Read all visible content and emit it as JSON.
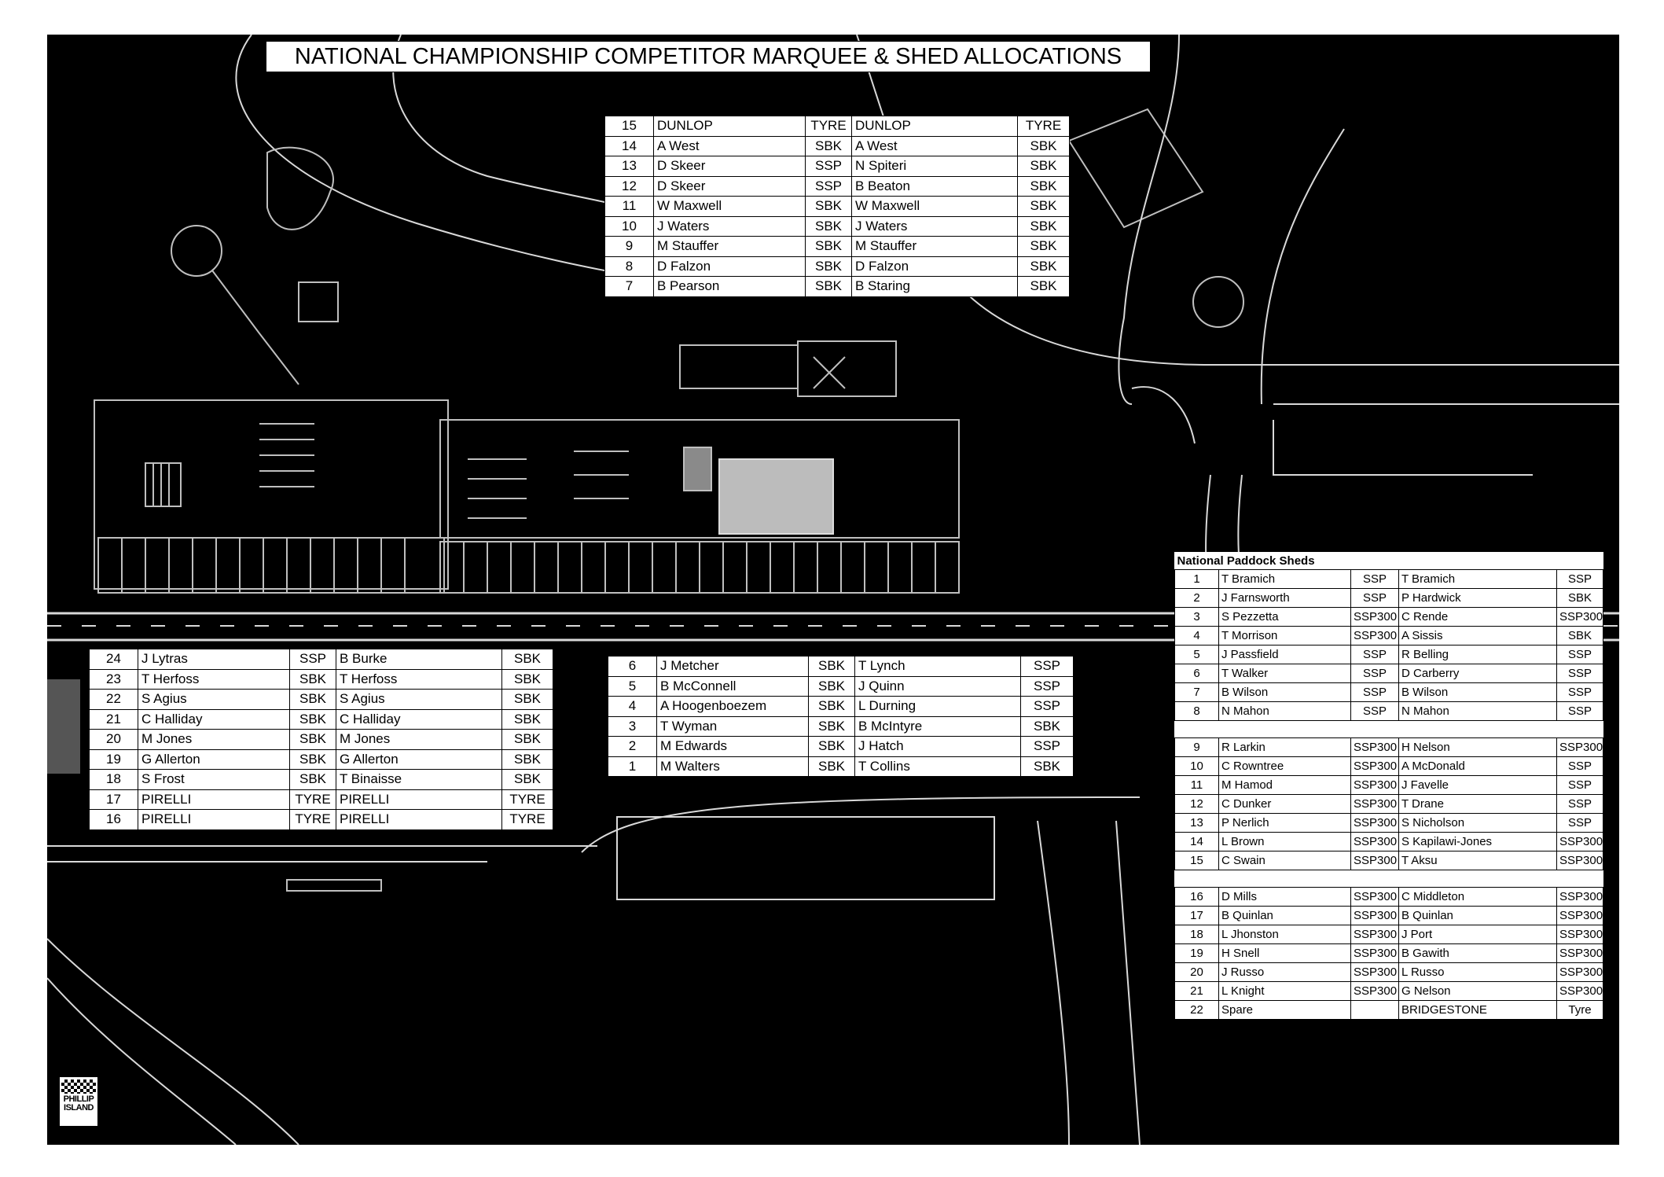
{
  "title": "NATIONAL CHAMPIONSHIP COMPETITOR MARQUEE & SHED ALLOCATIONS",
  "top_table": [
    [
      "15",
      "DUNLOP",
      "TYRE",
      "DUNLOP",
      "TYRE"
    ],
    [
      "14",
      "A West",
      "SBK",
      "A West",
      "SBK"
    ],
    [
      "13",
      "D Skeer",
      "SSP",
      "N Spiteri",
      "SBK"
    ],
    [
      "12",
      "D Skeer",
      "SSP",
      "B Beaton",
      "SBK"
    ],
    [
      "11",
      "W Maxwell",
      "SBK",
      "W Maxwell",
      "SBK"
    ],
    [
      "10",
      "J Waters",
      "SBK",
      "J Waters",
      "SBK"
    ],
    [
      "9",
      "M Stauffer",
      "SBK",
      "M Stauffer",
      "SBK"
    ],
    [
      "8",
      "D Falzon",
      "SBK",
      "D Falzon",
      "SBK"
    ],
    [
      "7",
      "B Pearson",
      "SBK",
      "B Staring",
      "SBK"
    ]
  ],
  "left_table": [
    [
      "24",
      "J Lytras",
      "SSP",
      "B Burke",
      "SBK"
    ],
    [
      "23",
      "T Herfoss",
      "SBK",
      "T Herfoss",
      "SBK"
    ],
    [
      "22",
      "S Agius",
      "SBK",
      "S Agius",
      "SBK"
    ],
    [
      "21",
      "C Halliday",
      "SBK",
      "C Halliday",
      "SBK"
    ],
    [
      "20",
      "M Jones",
      "SBK",
      "M Jones",
      "SBK"
    ],
    [
      "19",
      "G Allerton",
      "SBK",
      "G Allerton",
      "SBK"
    ],
    [
      "18",
      "S Frost",
      "SBK",
      "T Binaisse",
      "SBK"
    ],
    [
      "17",
      "PIRELLI",
      "TYRE",
      "PIRELLI",
      "TYRE"
    ],
    [
      "16",
      "PIRELLI",
      "TYRE",
      "PIRELLI",
      "TYRE"
    ]
  ],
  "middle_table": [
    [
      "6",
      "J Metcher",
      "SBK",
      "T Lynch",
      "SSP"
    ],
    [
      "5",
      "B McConnell",
      "SBK",
      "J Quinn",
      "SSP"
    ],
    [
      "4",
      "A Hoogenboezem",
      "SBK",
      "L Durning",
      "SSP"
    ],
    [
      "3",
      "T Wyman",
      "SBK",
      "B McIntyre",
      "SBK"
    ],
    [
      "2",
      "M Edwards",
      "SBK",
      "J Hatch",
      "SSP"
    ],
    [
      "1",
      "M Walters",
      "SBK",
      "T Collins",
      "SBK"
    ]
  ],
  "sheds": {
    "heading": "National Paddock Sheds",
    "groups": [
      [
        [
          "1",
          "T Bramich",
          "SSP",
          "T Bramich",
          "SSP"
        ],
        [
          "2",
          "J Farnsworth",
          "SSP",
          "P Hardwick",
          "SBK"
        ],
        [
          "3",
          "S Pezzetta",
          "SSP300",
          "C Rende",
          "SSP300"
        ],
        [
          "4",
          "T Morrison",
          "SSP300",
          "A Sissis",
          "SBK"
        ],
        [
          "5",
          "J Passfield",
          "SSP",
          "R Belling",
          "SSP"
        ],
        [
          "6",
          "T Walker",
          "SSP",
          "D Carberry",
          "SSP"
        ],
        [
          "7",
          "B Wilson",
          "SSP",
          "B Wilson",
          "SSP"
        ],
        [
          "8",
          "N Mahon",
          "SSP",
          "N Mahon",
          "SSP"
        ]
      ],
      [
        [
          "9",
          "R Larkin",
          "SSP300",
          "H Nelson",
          "SSP300"
        ],
        [
          "10",
          "C Rowntree",
          "SSP300",
          "A McDonald",
          "SSP"
        ],
        [
          "11",
          "M Hamod",
          "SSP300",
          "J Favelle",
          "SSP"
        ],
        [
          "12",
          "C Dunker",
          "SSP300",
          "T Drane",
          "SSP"
        ],
        [
          "13",
          "P Nerlich",
          "SSP300",
          "S Nicholson",
          "SSP"
        ],
        [
          "14",
          "L Brown",
          "SSP300",
          "S Kapilawi-Jones",
          "SSP300"
        ],
        [
          "15",
          "C Swain",
          "SSP300",
          "T Aksu",
          "SSP300"
        ]
      ],
      [
        [
          "16",
          "D Mills",
          "SSP300",
          "C Middleton",
          "SSP300"
        ],
        [
          "17",
          "B Quinlan",
          "SSP300",
          "B Quinlan",
          "SSP300"
        ],
        [
          "18",
          "L Jhonston",
          "SSP300",
          "J Port",
          "SSP300"
        ],
        [
          "19",
          "H Snell",
          "SSP300",
          "B Gawith",
          "SSP300"
        ],
        [
          "20",
          "J Russo",
          "SSP300",
          "L Russo",
          "SSP300"
        ],
        [
          "21",
          "L Knight",
          "SSP300",
          "G Nelson",
          "SSP300"
        ],
        [
          "22",
          "Spare",
          "",
          "BRIDGESTONE",
          "Tyre"
        ]
      ]
    ]
  },
  "logo": {
    "line1": "PHILLIP",
    "line2": "ISLAND"
  }
}
